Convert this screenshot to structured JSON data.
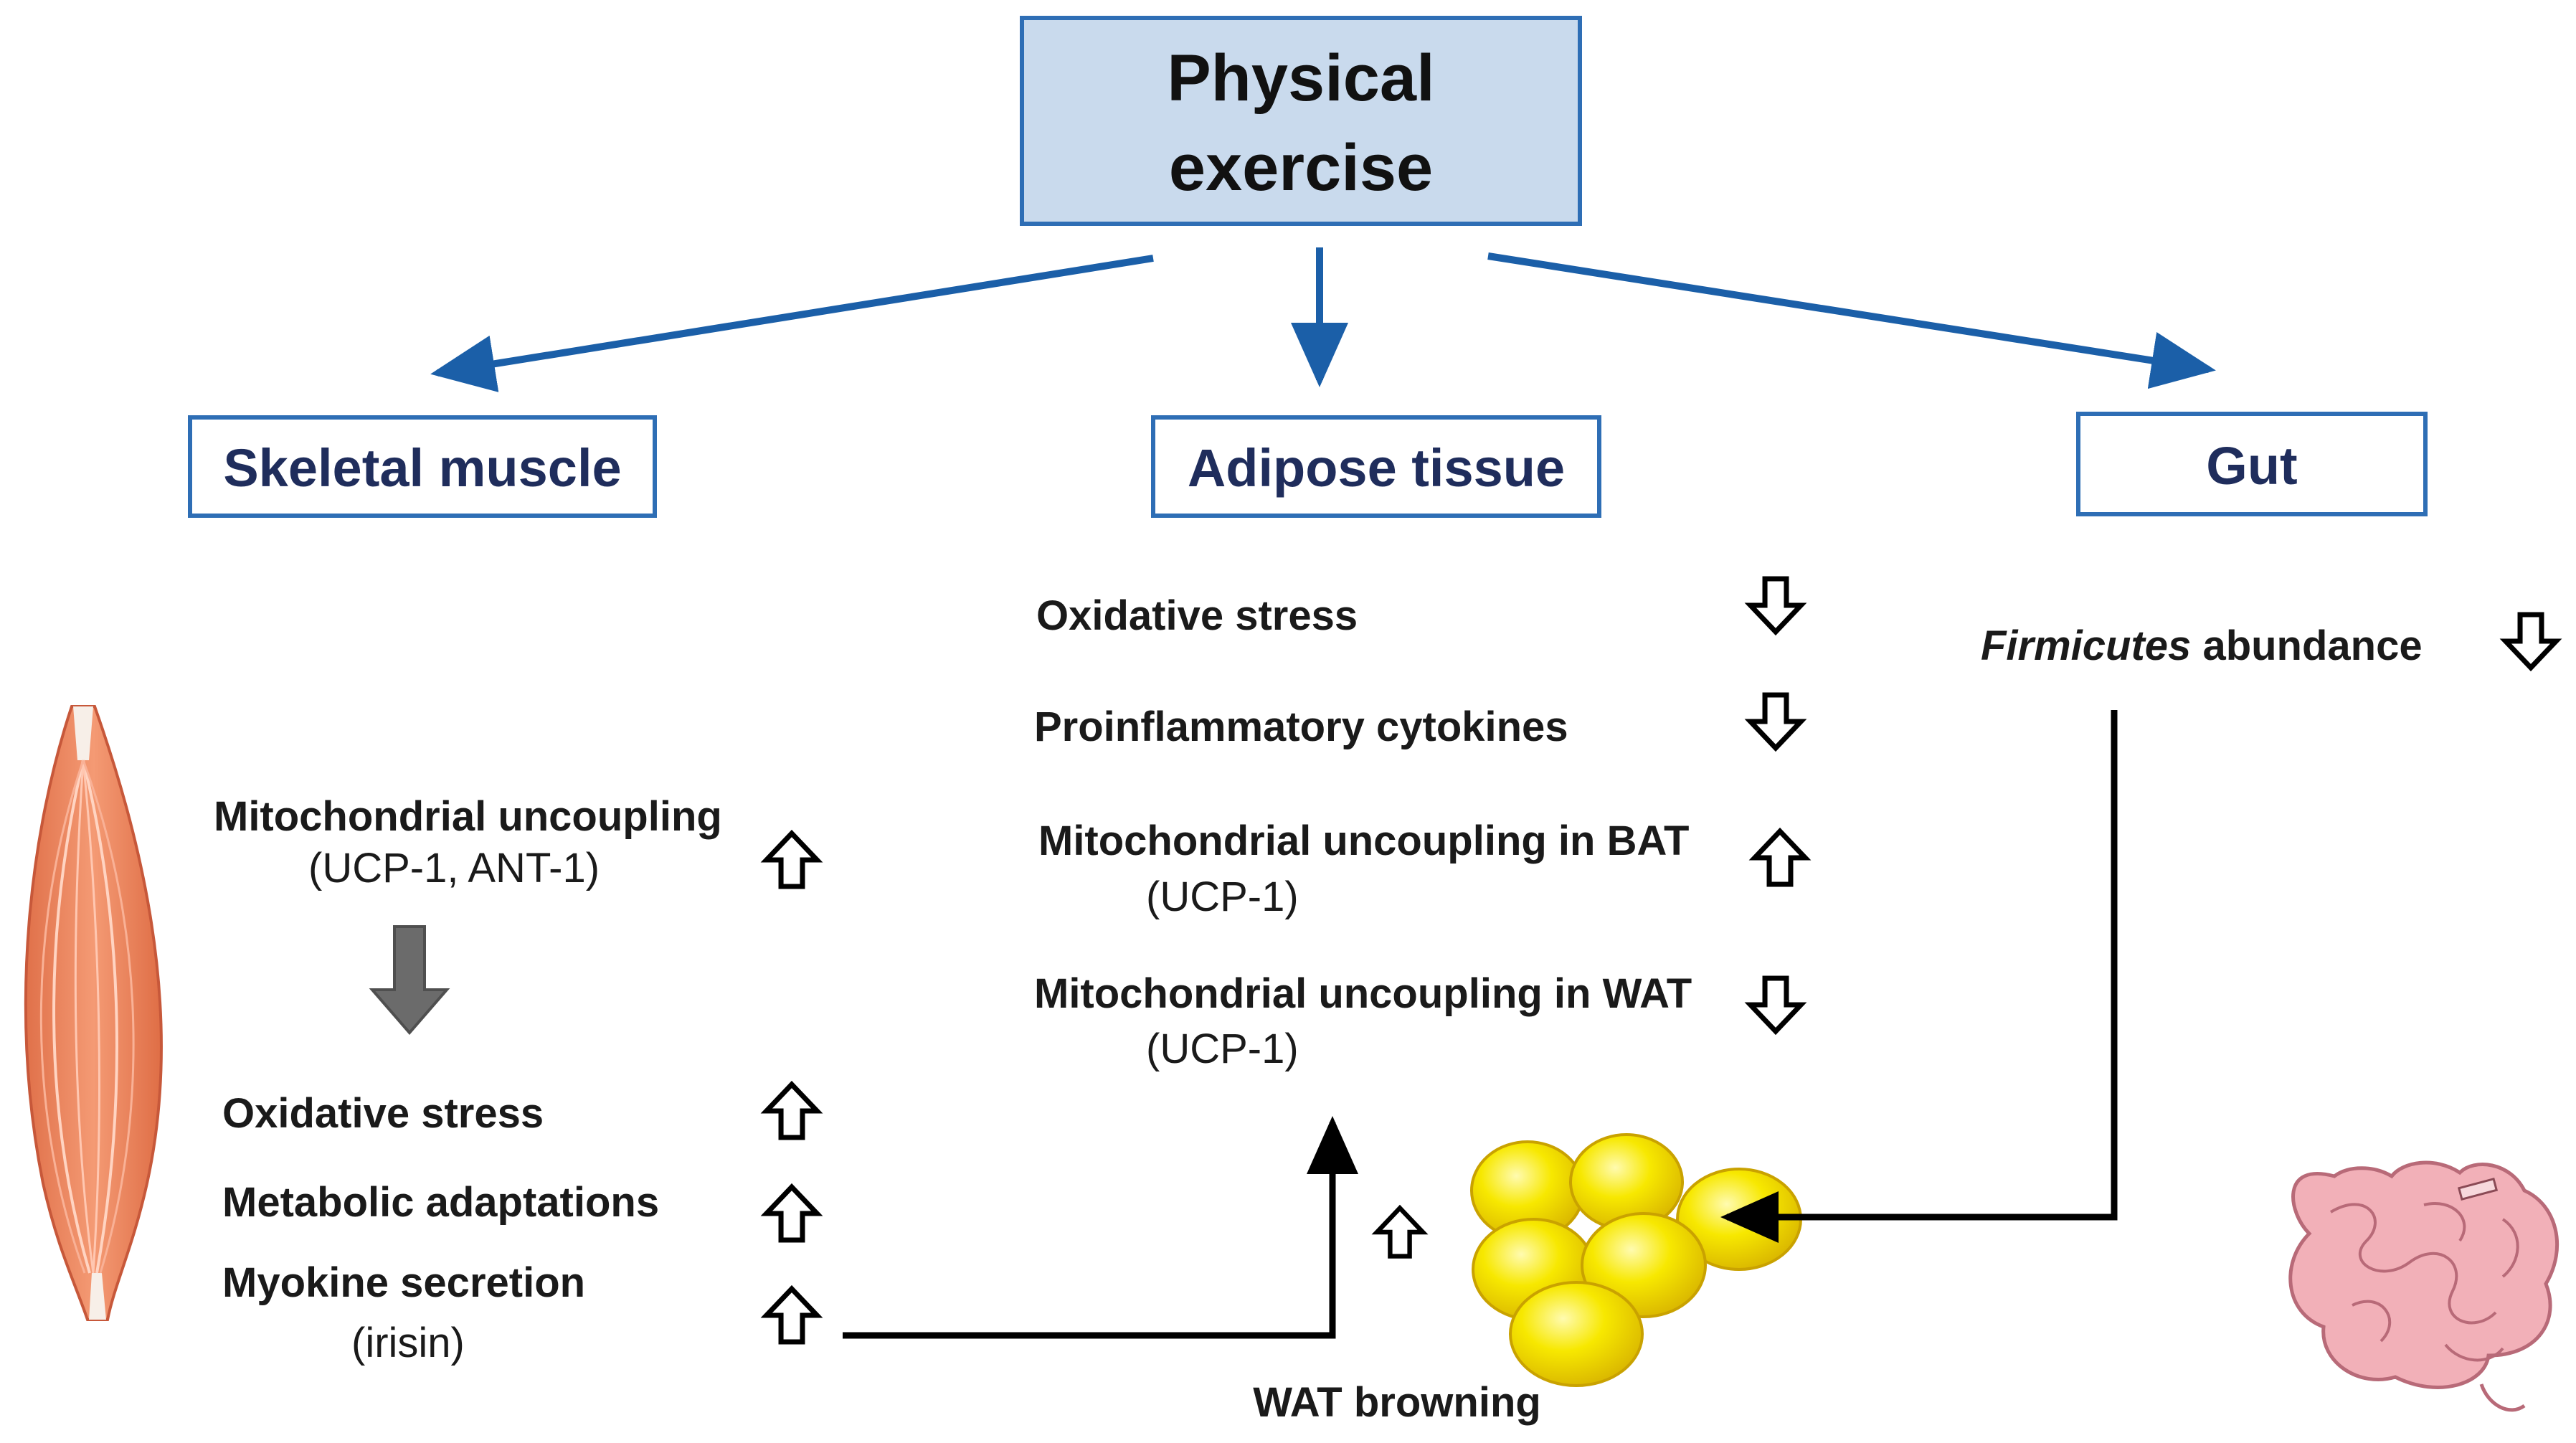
{
  "top": {
    "title_line1": "Physical",
    "title_line2": "exercise"
  },
  "columns": {
    "muscle": "Skeletal muscle",
    "adipose": "Adipose tissue",
    "gut": "Gut"
  },
  "muscle": {
    "uncoupling": "Mitochondrial uncoupling",
    "uncoupling_sub": "(UCP-1, ANT-1)",
    "oxidative": "Oxidative stress",
    "metabolic": "Metabolic adaptations",
    "myokine": "Myokine secretion",
    "myokine_sub": "(irisin)"
  },
  "adipose": {
    "oxidative": "Oxidative stress",
    "cytokines": "Proinflammatory cytokines",
    "bat": "Mitochondrial uncoupling in BAT",
    "bat_sub": "(UCP-1)",
    "wat": "Mitochondrial uncoupling in WAT",
    "wat_sub": "(UCP-1)"
  },
  "gut": {
    "firmicutes_italic": "Firmicutes",
    "firmicutes_rest": " abundance"
  },
  "bottom": {
    "wat_browning": "WAT browning"
  },
  "colors": {
    "box_fill": "#c9daed",
    "box_border": "#2e6eb5",
    "arrow_blue": "#1b5fa8",
    "heading_text": "#1f2d5c",
    "muscle": "#ef8a62",
    "fat_cells": "#f5e600",
    "intestine": "#f2b0b8",
    "down_arrow_gray": "#6b6b6b"
  },
  "icons": {
    "increase": "outline-up-arrow",
    "decrease": "outline-down-arrow",
    "leads_to": "gray-down-arrow"
  }
}
